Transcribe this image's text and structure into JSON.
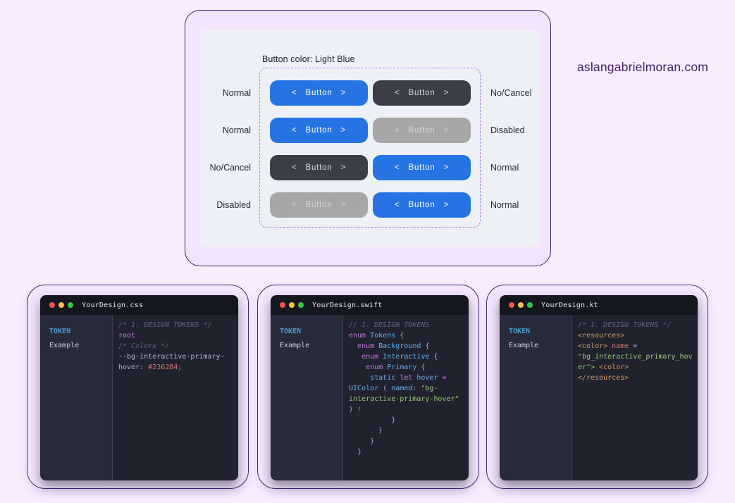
{
  "watermark": "aslangabrielmoran.com",
  "preview_card": {
    "title": "Button color: Light Blue",
    "button_label": "<  Button  >",
    "rows": [
      {
        "left_label": "Normal",
        "right_label": "No/Cancel",
        "left_variant": "blue",
        "right_variant": "dark"
      },
      {
        "left_label": "Normal",
        "right_label": "Disabled",
        "left_variant": "blue",
        "right_variant": "gray"
      },
      {
        "left_label": "No/Cancel",
        "right_label": "Normal",
        "left_variant": "dark",
        "right_variant": "blue"
      },
      {
        "left_label": "Disabled",
        "right_label": "Normal",
        "left_variant": "gray",
        "right_variant": "blue"
      }
    ],
    "colors": {
      "button_blue": "#2674E3",
      "button_dark": "#3B3E46",
      "button_gray": "#A7A7A7",
      "dashed_border": "#B47CF2",
      "card_background": "#F3E4FC",
      "panel_background": "#EDF0F7"
    }
  },
  "windows": [
    {
      "title": "YourDesign.css",
      "sidebar": [
        {
          "label": "TOKEN",
          "active": true
        },
        {
          "label": "Example",
          "active": false
        }
      ],
      "code": [
        [
          {
            "t": "/* 1. DESIGN TOKENS */",
            "c": "comment"
          }
        ],
        [
          {
            "t": "root",
            "c": "magenta"
          }
        ],
        [
          {
            "t": "/* Colors */",
            "c": "comment"
          }
        ],
        [
          {
            "t": "--bg-interactive-primary-",
            "c": "fg"
          }
        ],
        [
          {
            "t": "hover: ",
            "c": "fg"
          },
          {
            "t": "#2362B4;",
            "c": "red"
          }
        ]
      ]
    },
    {
      "title": "YourDesign.swift",
      "sidebar": [
        {
          "label": "TOKEN",
          "active": true
        },
        {
          "label": "Example",
          "active": false
        }
      ],
      "code": [
        [
          {
            "t": "// 1. DESIGN TOKENS",
            "c": "comment"
          }
        ],
        [
          {
            "t": "enum ",
            "c": "magenta"
          },
          {
            "t": "Tokens ",
            "c": "blue"
          },
          {
            "t": "{",
            "c": "fg"
          }
        ],
        [
          {
            "t": "  ",
            "c": "fg"
          },
          {
            "t": "enum ",
            "c": "magenta"
          },
          {
            "t": "Background ",
            "c": "blue"
          },
          {
            "t": "{",
            "c": "fg"
          }
        ],
        [
          {
            "t": "   ",
            "c": "fg"
          },
          {
            "t": "enum ",
            "c": "magenta"
          },
          {
            "t": "Interactive ",
            "c": "blue"
          },
          {
            "t": "{",
            "c": "fg"
          }
        ],
        [
          {
            "t": "    ",
            "c": "fg"
          },
          {
            "t": "enum ",
            "c": "magenta"
          },
          {
            "t": "Primary ",
            "c": "blue"
          },
          {
            "t": "{",
            "c": "fg"
          }
        ],
        [
          {
            "t": "     ",
            "c": "fg"
          },
          {
            "t": "static ",
            "c": "blue"
          },
          {
            "t": "let ",
            "c": "magenta"
          },
          {
            "t": "hover ",
            "c": "blue"
          },
          {
            "t": "=",
            "c": "magenta"
          }
        ],
        [
          {
            "t": "UIColor ",
            "c": "blue"
          },
          {
            "t": "( ",
            "c": "fg"
          },
          {
            "t": "named: ",
            "c": "blue"
          },
          {
            "t": "\"bg-",
            "c": "green"
          }
        ],
        [
          {
            "t": "interactive-primary-hover\"",
            "c": "green"
          }
        ],
        [
          {
            "t": ") ",
            "c": "fg"
          },
          {
            "t": "!",
            "c": "red"
          }
        ],
        [
          {
            "t": "          }",
            "c": "fg"
          }
        ],
        [
          {
            "t": "       }",
            "c": "fg"
          }
        ],
        [
          {
            "t": "     }",
            "c": "fg"
          }
        ],
        [
          {
            "t": "  }",
            "c": "fg"
          }
        ]
      ]
    },
    {
      "title": "YourDesign.kt",
      "sidebar": [
        {
          "label": "TOKEN",
          "active": true
        },
        {
          "label": "Example",
          "active": false
        }
      ],
      "code": [
        [
          {
            "t": "/* 1. DESIGN TOKENS */",
            "c": "comment"
          }
        ],
        [
          {
            "t": "<resources>",
            "c": "orange"
          }
        ],
        [
          {
            "t": "<color> ",
            "c": "orange"
          },
          {
            "t": "name ",
            "c": "red"
          },
          {
            "t": "=",
            "c": "fg"
          }
        ],
        [
          {
            "t": "\"bg_interactive_primary_hov",
            "c": "green"
          }
        ],
        [
          {
            "t": "er\"> ",
            "c": "green"
          },
          {
            "t": "<color>",
            "c": "orange"
          }
        ],
        [
          {
            "t": "</resources>",
            "c": "orange"
          }
        ]
      ]
    }
  ],
  "window_chrome": {
    "dot_red": "#F5554E",
    "dot_yellow": "#F6BF50",
    "dot_green": "#34C749",
    "titlebar_background": "#15171E",
    "sidebar_background": "#272B3A",
    "code_background": "#20232E",
    "token_accent": "#4A9BD8"
  },
  "syntax_colors": {
    "comment": "#5D6678",
    "magenta": "#C678DD",
    "blue": "#61AFEF",
    "green": "#98C379",
    "red": "#E06C75",
    "orange": "#D19A66",
    "foreground": "#A8B1CE"
  }
}
